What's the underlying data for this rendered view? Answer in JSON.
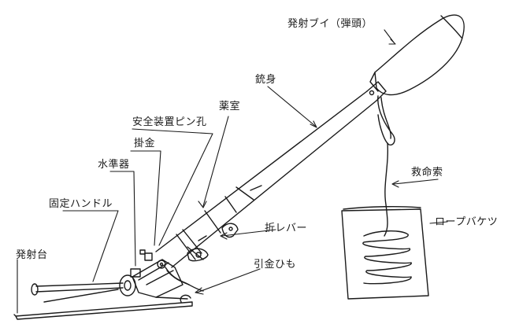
{
  "labels": {
    "buoy": "発射ブイ（弾頭）",
    "barrel": "銃身",
    "chamber": "薬室",
    "safety_pin_hole": "安全装置ピン孔",
    "hook": "掛金",
    "level": "水準器",
    "fixed_handle": "固定ハンドル",
    "launch_base": "発射台",
    "folding_lever": "折レバー",
    "pull_cord": "引金ひも",
    "lifeline": "救命索",
    "rope_bucket": "ロープバケツ"
  },
  "colors": {
    "ink": "#1a1a1a",
    "paper": "#ffffff"
  }
}
